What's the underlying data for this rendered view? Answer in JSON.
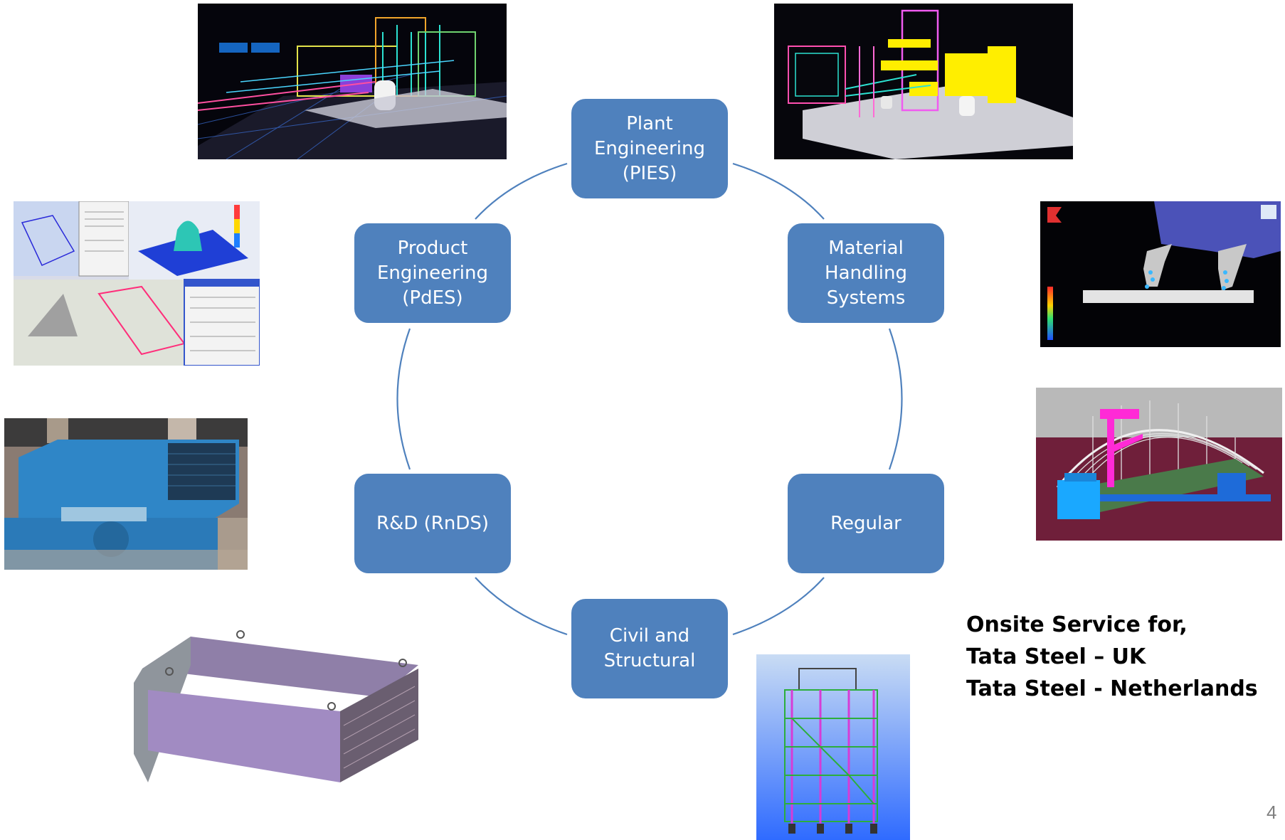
{
  "cycle": {
    "nodes": [
      {
        "id": "plant",
        "label": "Plant\nEngineering\n(PIES)"
      },
      {
        "id": "material",
        "label": "Material\nHandling\nSystems"
      },
      {
        "id": "regular",
        "label": "Regular"
      },
      {
        "id": "civil",
        "label": "Civil and\nStructural"
      },
      {
        "id": "rnd",
        "label": "R&D (RnDS)"
      },
      {
        "id": "product",
        "label": "Product\nEngineering\n(PdES)"
      }
    ],
    "node_color": "#4f81bd",
    "ring_color": "#4f81bd"
  },
  "onsite": {
    "line1": "Onsite Service for,",
    "line2": "Tata Steel – UK",
    "line3": "Tata Steel - Netherlands"
  },
  "page_number": "4",
  "images": [
    "plant-3d-model-left",
    "plant-3d-model-right",
    "product-cad-screens",
    "chute-simulation",
    "stockyard-shed-model",
    "blue-motor-photo",
    "purple-enclosure-model",
    "steel-structure-model"
  ]
}
